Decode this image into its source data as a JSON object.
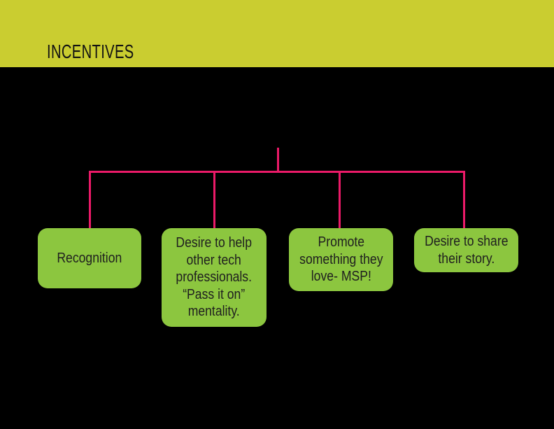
{
  "header": {
    "title": "INCENTIVES"
  },
  "diagram": {
    "nodes": [
      "Recognition",
      "Desire to help\nother tech\nprofessionals.\n“Pass it on”\nmentality.",
      "Promote\nsomething they\nlove- MSP!",
      "Desire to share\ntheir story."
    ]
  },
  "colors": {
    "band": "#cacd30",
    "background": "#000000",
    "node_fill": "#8cc63f",
    "connector": "#eb1a68",
    "text": "#1f1f1f",
    "title_text": "#121212"
  }
}
